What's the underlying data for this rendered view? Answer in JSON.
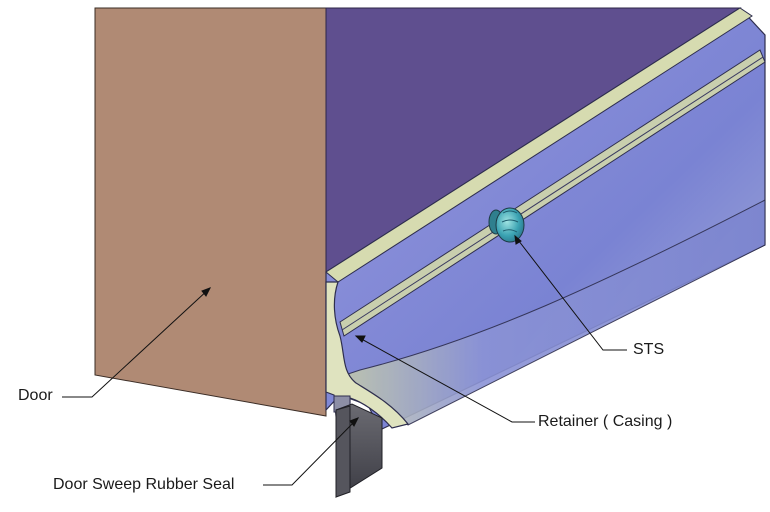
{
  "labels": {
    "door": "Door",
    "retainer": "Retainer ( Casing )",
    "sts": "STS",
    "seal": "Door Sweep Rubber Seal"
  },
  "colors": {
    "background": "#ffffff",
    "door_face": "#b08a74",
    "door_edge": "#5e4f8e",
    "retainer_face": "#7f86d6",
    "retainer_highlight": "#d9deb0",
    "seal": "#505058",
    "screw": "#3fa7b0",
    "leader": "#111111"
  }
}
